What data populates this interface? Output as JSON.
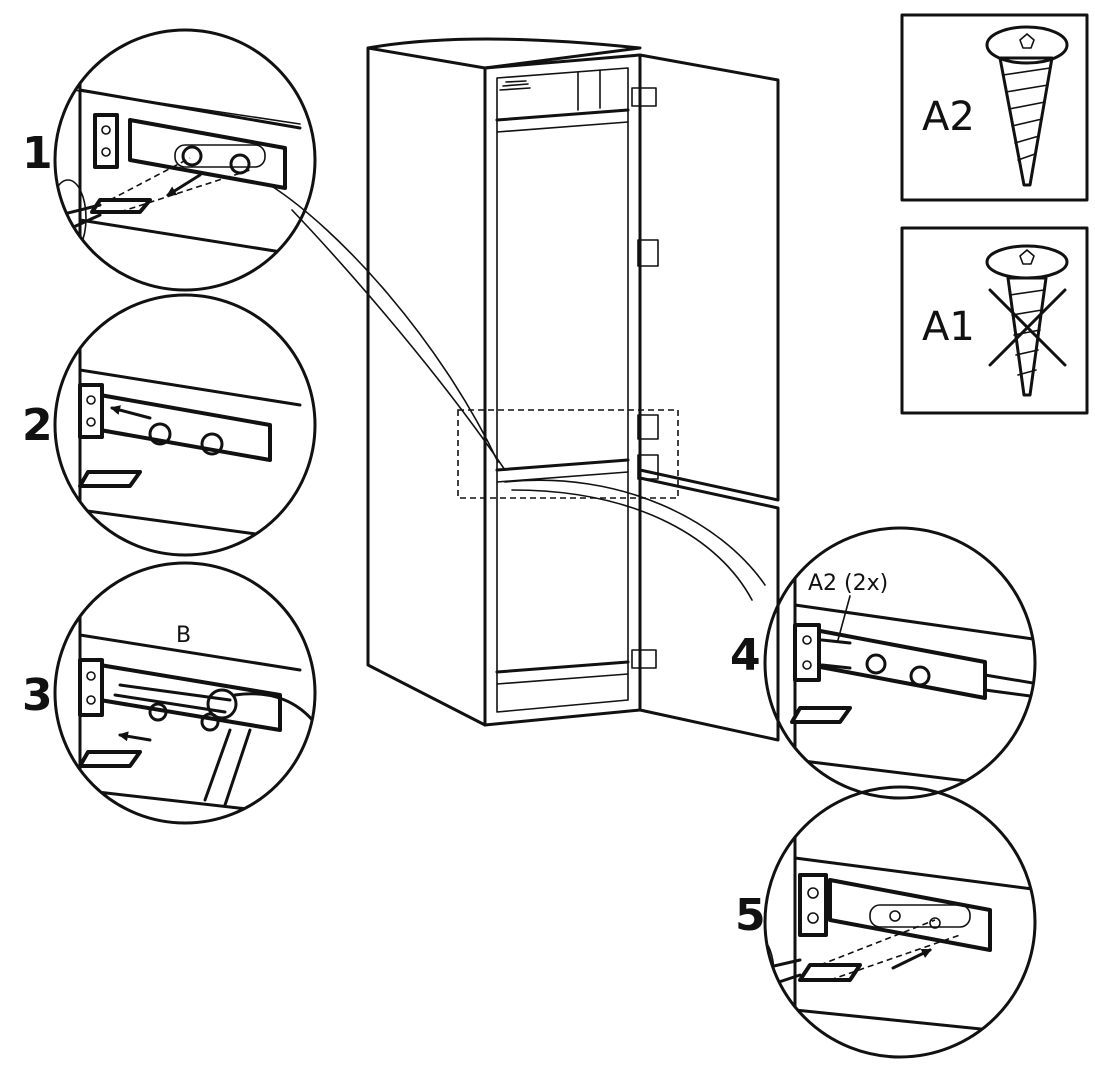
{
  "steps": {
    "s1": "1",
    "s2": "2",
    "s3": "3",
    "s4": "4",
    "s5": "5"
  },
  "labels": {
    "b": "B",
    "a2_count": "A2 (2x)"
  },
  "screws": {
    "correct": {
      "label": "A2",
      "icon": "wood-screw-icon"
    },
    "wrong": {
      "label": "A1",
      "icon": "chipboard-screw-crossed-icon"
    }
  },
  "colors": {
    "line": "#111111",
    "door_panel": "#d9d9d9",
    "background": "#ffffff"
  }
}
